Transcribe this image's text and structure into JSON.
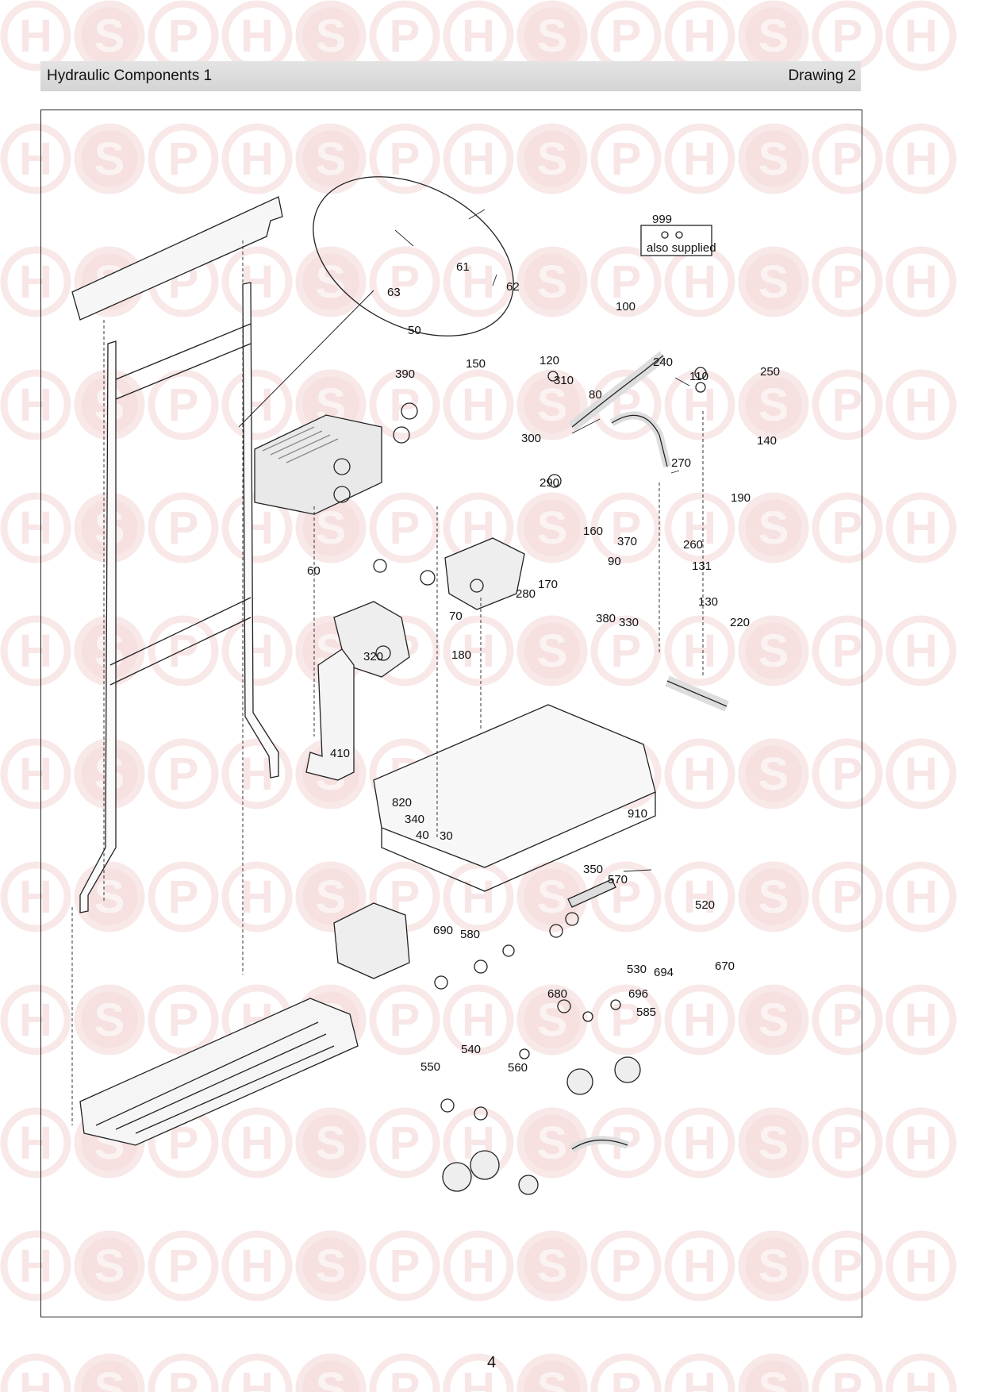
{
  "header": {
    "title": "Hydraulic Components 1",
    "drawing_label": "Drawing 2"
  },
  "watermark": {
    "letters": [
      "H",
      "S",
      "P"
    ],
    "ring_color": "#f4d6d6",
    "accent_color": "#f0c8c8"
  },
  "also_supplied": {
    "number": "999",
    "text": "also supplied"
  },
  "callouts": [
    "50",
    "60",
    "61",
    "62",
    "63",
    "70",
    "80",
    "90",
    "100",
    "110",
    "120",
    "130",
    "131",
    "140",
    "150",
    "160",
    "170",
    "180",
    "190",
    "220",
    "240",
    "250",
    "260",
    "270",
    "280",
    "290",
    "300",
    "310",
    "320",
    "330",
    "340",
    "350",
    "370",
    "380",
    "390",
    "410",
    "520",
    "530",
    "540",
    "550",
    "560",
    "570",
    "580",
    "585",
    "670",
    "680",
    "690",
    "694",
    "696",
    "820",
    "910",
    "30",
    "40"
  ],
  "page": {
    "number": "4"
  }
}
